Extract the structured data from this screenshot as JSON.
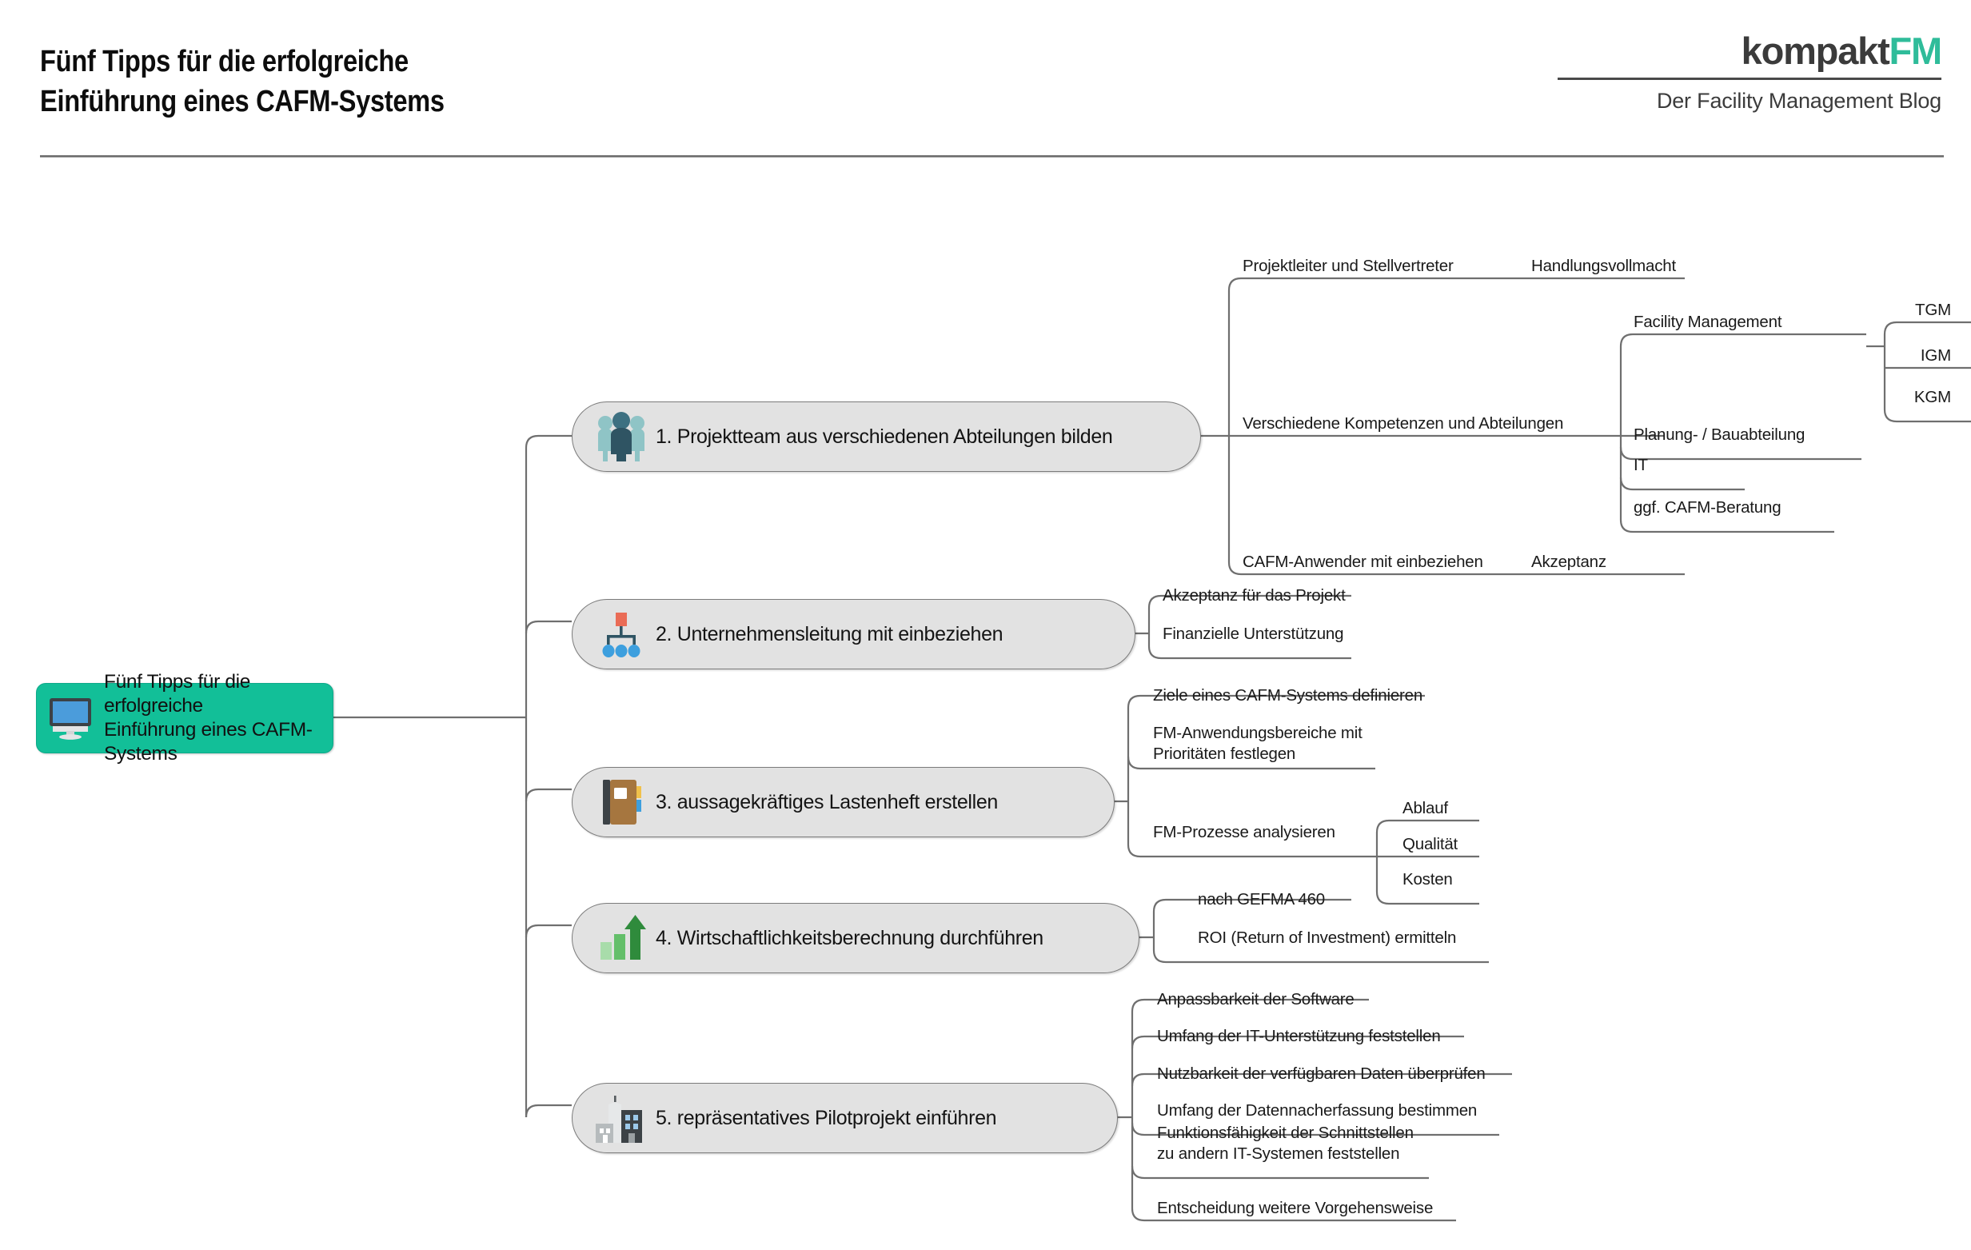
{
  "header": {
    "title": "Fünf Tipps für die erfolgreiche\nEinführung eines CAFM-Systems",
    "brand_primary": "kompakt",
    "brand_accent": "FM",
    "tagline": "Der Facility Management Blog",
    "accent_color": "#2fbc9a"
  },
  "mindmap": {
    "center": {
      "label": "Fünf Tipps für die erfolgreiche\nEinführung eines CAFM-Systems",
      "icon": "monitor-icon",
      "fill": "#12bf98"
    },
    "branches": [
      {
        "label": "1. Projektteam aus verschiedenen Abteilungen bilden",
        "icon": "team-people-icon",
        "children": [
          {
            "label": "Projektleiter und Stellvertreter",
            "children": [
              {
                "label": "Handlungsvollmacht"
              }
            ]
          },
          {
            "label": "Verschiedene Kompetenzen und Abteilungen",
            "children": [
              {
                "label": "Facility Management",
                "children": [
                  {
                    "label": "TGM"
                  },
                  {
                    "label": "IGM"
                  },
                  {
                    "label": "KGM"
                  }
                ]
              },
              {
                "label": "Planung- / Bauabteilung"
              },
              {
                "label": "IT"
              },
              {
                "label": "ggf. CAFM-Beratung"
              }
            ]
          },
          {
            "label": "CAFM-Anwender mit einbeziehen",
            "children": [
              {
                "label": "Akzeptanz"
              }
            ]
          }
        ]
      },
      {
        "label": "2. Unternehmensleitung mit einbeziehen",
        "icon": "org-chart-icon",
        "children": [
          {
            "label": "Akzeptanz für das Projekt"
          },
          {
            "label": "Finanzielle Unterstützung"
          }
        ]
      },
      {
        "label": "3. aussagekräftiges Lastenheft erstellen",
        "icon": "notebook-icon",
        "children": [
          {
            "label": "Ziele eines CAFM-Systems definieren"
          },
          {
            "label": "FM-Anwendungsbereiche mit\nPrioritäten festlegen"
          },
          {
            "label": "FM-Prozesse analysieren",
            "children": [
              {
                "label": "Ablauf"
              },
              {
                "label": "Qualität"
              },
              {
                "label": "Kosten"
              }
            ]
          }
        ]
      },
      {
        "label": "4. Wirtschaftlichkeitsberechnung durchführen",
        "icon": "growth-chart-icon",
        "children": [
          {
            "label": "nach GEFMA 460"
          },
          {
            "label": "ROI (Return of Investment) ermitteln"
          }
        ]
      },
      {
        "label": "5. repräsentatives Pilotprojekt einführen",
        "icon": "buildings-icon",
        "children": [
          {
            "label": "Anpassbarkeit der Software"
          },
          {
            "label": "Umfang der IT-Unterstützung feststellen"
          },
          {
            "label": "Nutzbarkeit der verfügbaren Daten überprüfen"
          },
          {
            "label": "Umfang der Datennacherfassung bestimmen"
          },
          {
            "label": "Funktionsfähigkeit der Schnittstellen\nzu andern IT-Systemen feststellen"
          },
          {
            "label": "Entscheidung weitere Vorgehensweise"
          }
        ]
      }
    ]
  }
}
